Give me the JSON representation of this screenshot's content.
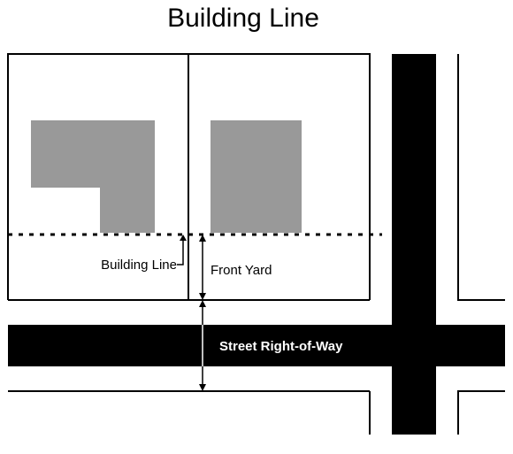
{
  "diagram": {
    "title": "Building Line",
    "labels": {
      "building_line": "Building Line",
      "front_yard": "Front Yard",
      "street_row": "Street Right-of-Way"
    },
    "colors": {
      "background": "#ffffff",
      "line": "#000000",
      "building_fill": "#999999",
      "street_fill": "#000000",
      "street_text": "#ffffff"
    }
  }
}
